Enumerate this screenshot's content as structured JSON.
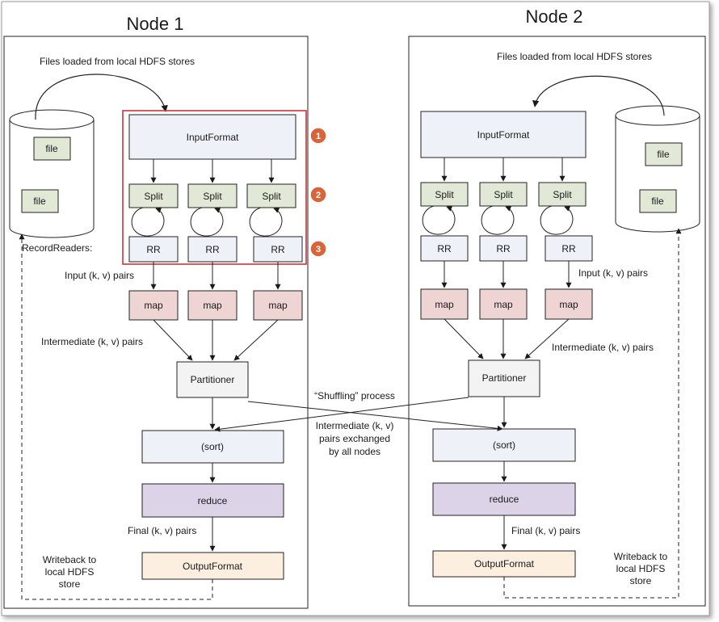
{
  "nodes": [
    {
      "title": "Node 1",
      "files_label": "Files loaded from local HDFS stores",
      "file_label": "file",
      "inputformat": "InputFormat",
      "split": "Split",
      "rr": "RR",
      "recordreaders_label": "RecordReaders:",
      "input_pairs": "Input (k, v) pairs",
      "map": "map",
      "intermediate_pairs": "Intermediate (k, v) pairs",
      "partitioner": "Partitioner",
      "sort": "(sort)",
      "reduce": "reduce",
      "final_pairs": "Final (k, v) pairs",
      "outputformat": "OutputFormat",
      "writeback": [
        "Writeback to",
        "local HDFS",
        "store"
      ]
    },
    {
      "title": "Node 2",
      "files_label": "Files loaded from local HDFS stores",
      "file_label": "file",
      "inputformat": "InputFormat",
      "split": "Split",
      "rr": "RR",
      "input_pairs": "Input (k, v) pairs",
      "map": "map",
      "intermediate_pairs": "Intermediate (k, v) pairs",
      "partitioner": "Partitioner",
      "sort": "(sort)",
      "reduce": "reduce",
      "final_pairs": "Final (k, v) pairs",
      "outputformat": "OutputFormat",
      "writeback": [
        "Writeback to",
        "local HDFS",
        "store"
      ]
    }
  ],
  "shuffle": {
    "title": "“Shuffling” process",
    "note": [
      "Intermediate (k, v)",
      "pairs exchanged",
      "by all nodes"
    ]
  },
  "badges": [
    "1",
    "2",
    "3"
  ],
  "colors": {
    "inputformat": "#eef2f8",
    "split": "#e2e8d6",
    "rr": "#eef2f8",
    "map": "#efd4d4",
    "partitioner": "#f3f3f3",
    "sort": "#eef2f8",
    "reduce": "#ddd3e8",
    "outputformat": "#fdefe0",
    "file": "#e2e8d6",
    "highlight": "#c8353a",
    "badge": "#d8643a"
  }
}
